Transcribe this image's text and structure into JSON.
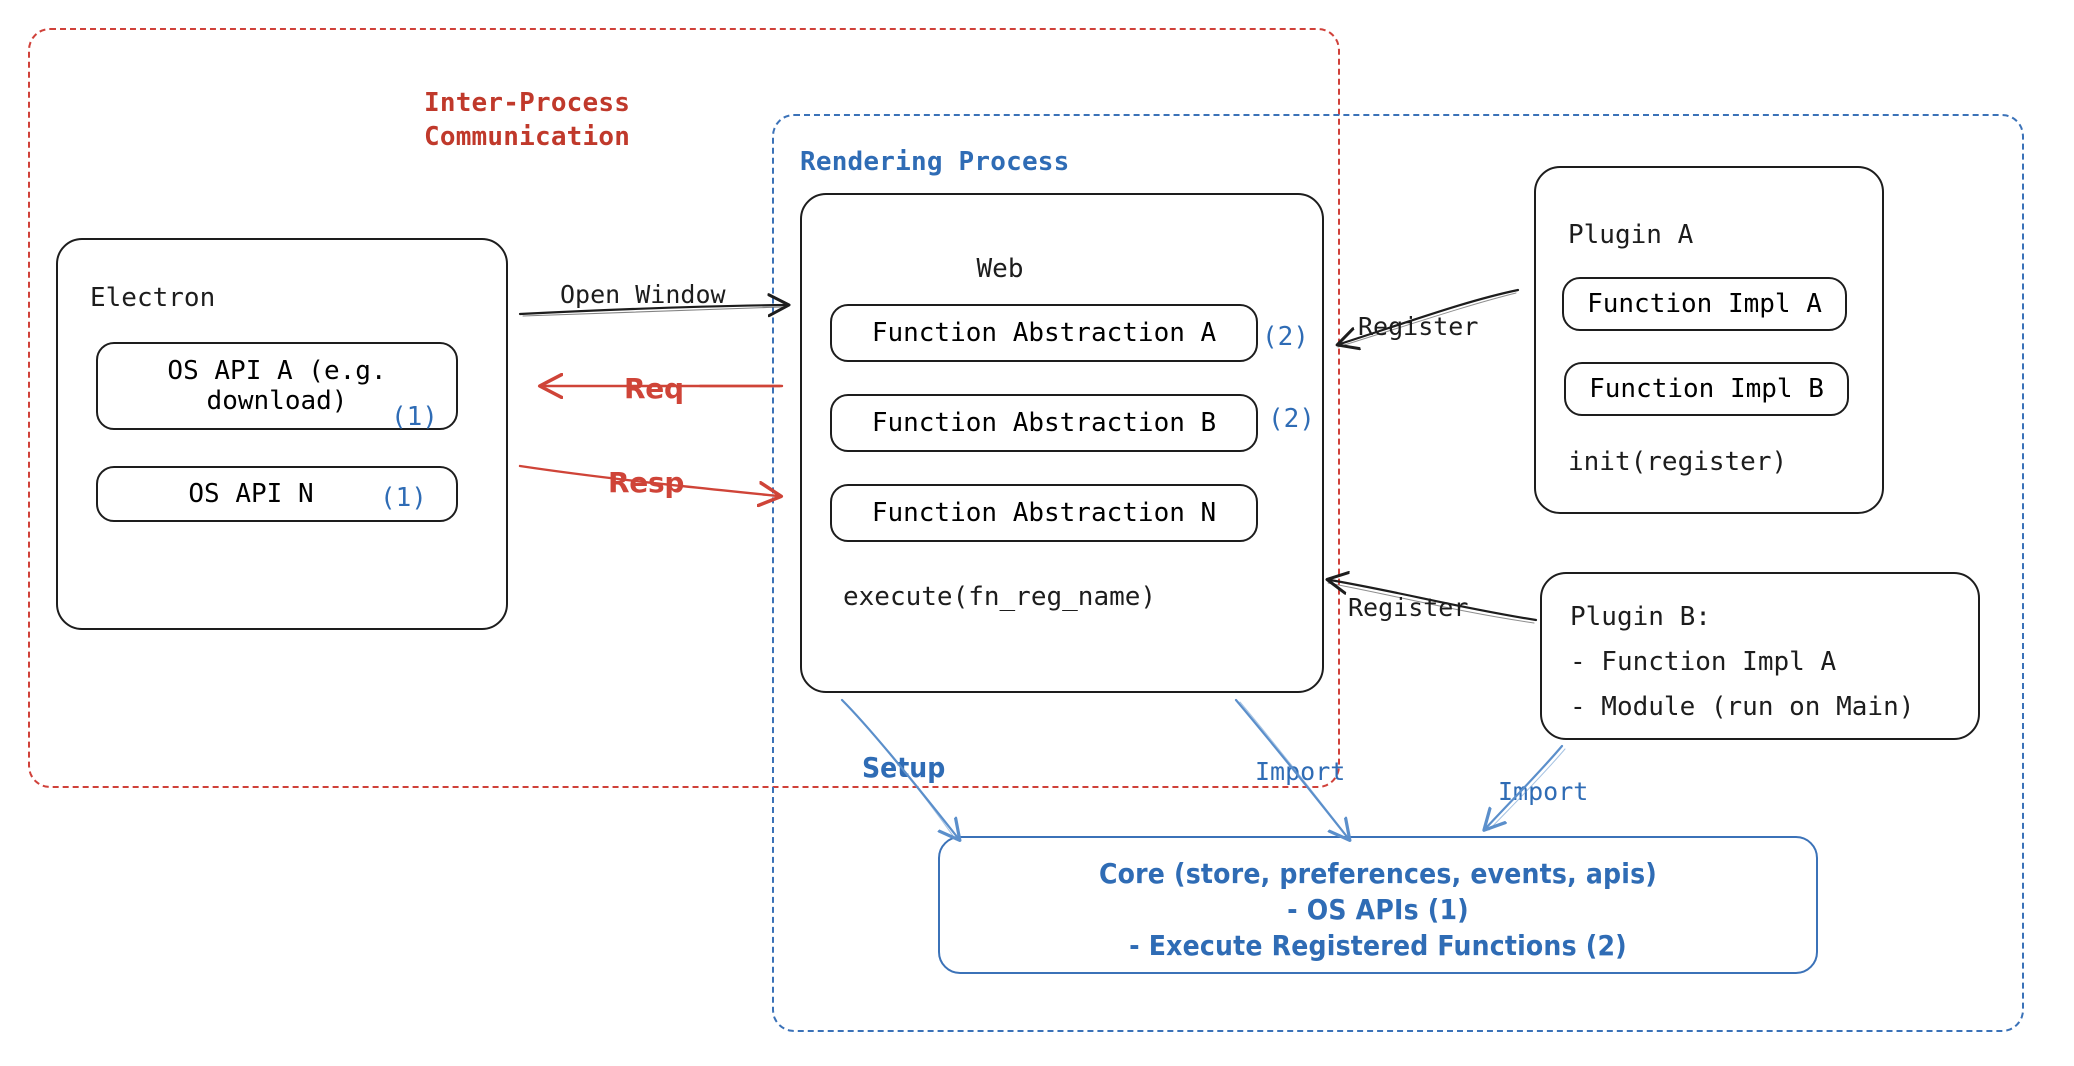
{
  "diagram": {
    "title": "Electron plugin architecture overview",
    "colors": {
      "ipc_red": "#c0392b",
      "process_blue": "#2f6cb5",
      "stroke_black": "#1d1d1d",
      "arrow_red": "#cf4438",
      "background": "#ffffff"
    }
  },
  "containers": {
    "ipc": {
      "label": "Inter-Process\nCommunication",
      "style": "dashed-red"
    },
    "rendering": {
      "label": "Rendering Process",
      "style": "dashed-blue"
    }
  },
  "electron": {
    "title": "Electron",
    "apis": [
      {
        "label": "OS API A (e.g.\ndownload)",
        "tag": "(1)"
      },
      {
        "label": "OS API N",
        "tag": "(1)"
      }
    ]
  },
  "web": {
    "title": "Web",
    "abstractions": [
      {
        "label": "Function Abstraction A",
        "tag": "(2)"
      },
      {
        "label": "Function Abstraction B",
        "tag": "(2)"
      },
      {
        "label": "Function Abstraction N",
        "tag": ""
      }
    ],
    "footer": "execute(fn_reg_name)"
  },
  "plugin_a": {
    "title": "Plugin A",
    "items": [
      {
        "label": "Function Impl A"
      },
      {
        "label": "Function Impl B"
      }
    ],
    "footer": "init(register)"
  },
  "plugin_b": {
    "lines": [
      "Plugin B:",
      "- Function Impl A",
      "- Module (run on Main)"
    ]
  },
  "core": {
    "lines": [
      "Core (store, preferences, events, apis)",
      "- OS APIs (1)",
      "- Execute Registered Functions (2)"
    ]
  },
  "arrows": [
    {
      "name": "open-window",
      "label": "Open Window",
      "color": "black",
      "direction": "electron-to-web"
    },
    {
      "name": "req",
      "label": "Req",
      "color": "red",
      "direction": "web-to-electron"
    },
    {
      "name": "resp",
      "label": "Resp",
      "color": "red",
      "direction": "electron-to-web"
    },
    {
      "name": "register-plugin-a",
      "label": "Register",
      "color": "black",
      "direction": "plugin-a-to-web"
    },
    {
      "name": "register-plugin-b",
      "label": "Register",
      "color": "black",
      "direction": "plugin-b-to-web"
    },
    {
      "name": "setup",
      "label": "Setup",
      "color": "blue",
      "direction": "web-to-core"
    },
    {
      "name": "import-web",
      "label": "Import",
      "color": "blue",
      "direction": "web-to-core"
    },
    {
      "name": "import-plugin-b",
      "label": "Import",
      "color": "blue",
      "direction": "plugin-b-to-core"
    }
  ]
}
